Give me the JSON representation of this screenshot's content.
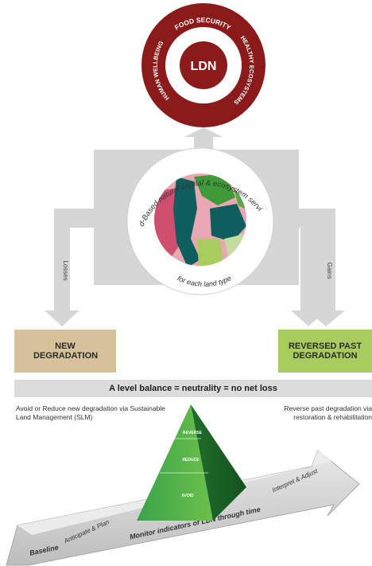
{
  "wheel": {
    "center": "LDN",
    "ring_top": "FOOD SECURITY",
    "ring_right": "HEALTHY ECOSYSTEMS",
    "ring_left": "HUMAN WELLBEING"
  },
  "capital": {
    "arc_top": "Land-Based natural capital & ecosystem services",
    "arc_bottom": "for each land type"
  },
  "arrows": {
    "losses": "Losses",
    "gains": "Gains"
  },
  "boxes": {
    "new_degradation": "NEW DEGRADATION",
    "reversed_past": "REVERSED PAST DEGRADATION"
  },
  "banner": "A level balance = neutrality = no net loss",
  "notes": {
    "left": "Avoid or Reduce new degradation via Sustainable Land Management (SLM)",
    "right": "Reverse past degradation via restoration & rehabilitation"
  },
  "pyramid": {
    "levels": [
      "REVERSE",
      "REDUCE",
      "AVOID"
    ]
  },
  "timeline": {
    "baseline": "Baseline",
    "anticipate": "Anticipate & Plan",
    "monitor": "Monitor indicators of LDN through time",
    "interpret": "Interpret & Adjust"
  },
  "colors": {
    "ldn_red": "#8b1a1a",
    "arrow_gray": "#d6d6d6",
    "new_degradation": "#d6c19b",
    "reversed_past": "#a9cc5f",
    "pyramid_green": "#2e8b3a"
  }
}
